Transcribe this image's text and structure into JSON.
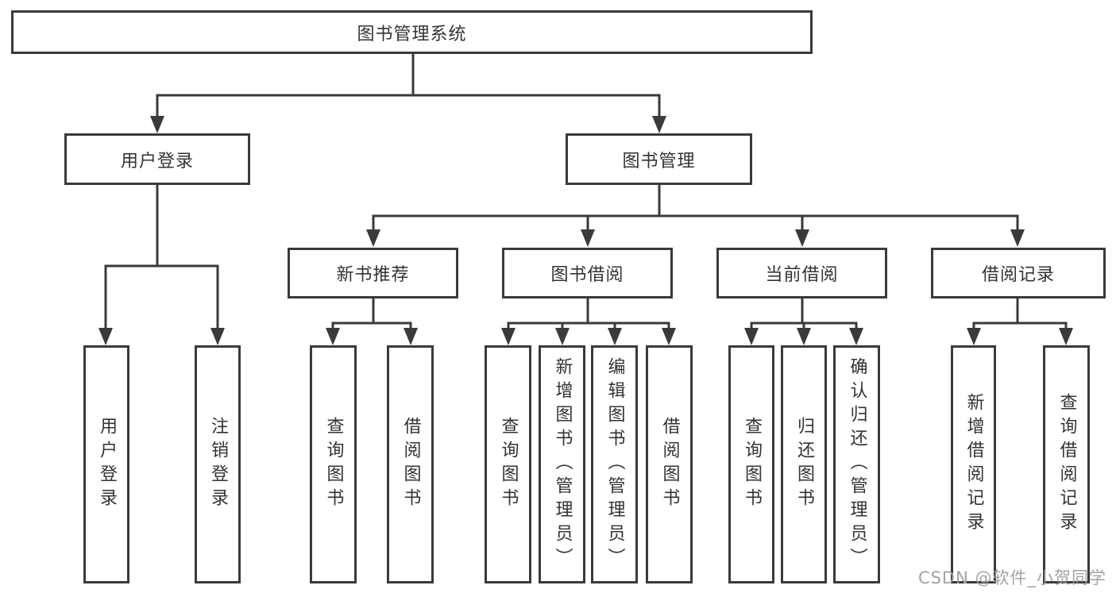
{
  "title": "图书管理系统",
  "watermark": "CSDN @软件_小贺同学",
  "colors": {
    "line": "#3a3a3a",
    "box_border": "#3a3a3a",
    "box_background": "#ffffff",
    "text": "#333333",
    "watermark": "#a2a2a2"
  },
  "diagram_type": "tree / functional structure chart",
  "nodes": {
    "root": {
      "label": "图书管理系统"
    },
    "user_login": {
      "label": "用户登录"
    },
    "book_management": {
      "label": "图书管理"
    },
    "new_book_recommend": {
      "label": "新书推荐"
    },
    "book_borrowing": {
      "label": "图书借阅"
    },
    "current_borrowing": {
      "label": "当前借阅"
    },
    "borrowing_records": {
      "label": "借阅记录"
    },
    "leaf_user_login": {
      "label": "用户登录"
    },
    "leaf_logout": {
      "label": "注销登录"
    },
    "leaf_query_books_recommend": {
      "label": "查询图书"
    },
    "leaf_borrow_books_recommend": {
      "label": "借阅图书"
    },
    "leaf_query_books_borrowing": {
      "label": "查询图书"
    },
    "leaf_add_books_admin": {
      "label": "新增图书（管理员）"
    },
    "leaf_edit_books_admin": {
      "label": "编辑图书（管理员）"
    },
    "leaf_borrow_books_borrowing": {
      "label": "借阅图书"
    },
    "leaf_query_books_current": {
      "label": "查询图书"
    },
    "leaf_return_books": {
      "label": "归还图书"
    },
    "leaf_confirm_return_admin": {
      "label": "确认归还（管理员）"
    },
    "leaf_add_borrow_record": {
      "label": "新增借阅记录"
    },
    "leaf_query_borrow_record": {
      "label": "查询借阅记录"
    }
  },
  "edges": [
    [
      "图书管理系统",
      "用户登录"
    ],
    [
      "图书管理系统",
      "图书管理"
    ],
    [
      "用户登录",
      "用户登录"
    ],
    [
      "用户登录",
      "注销登录"
    ],
    [
      "图书管理",
      "新书推荐"
    ],
    [
      "图书管理",
      "图书借阅"
    ],
    [
      "图书管理",
      "当前借阅"
    ],
    [
      "图书管理",
      "借阅记录"
    ],
    [
      "新书推荐",
      "查询图书"
    ],
    [
      "新书推荐",
      "借阅图书"
    ],
    [
      "图书借阅",
      "查询图书"
    ],
    [
      "图书借阅",
      "新增图书（管理员）"
    ],
    [
      "图书借阅",
      "编辑图书（管理员）"
    ],
    [
      "图书借阅",
      "借阅图书"
    ],
    [
      "当前借阅",
      "查询图书"
    ],
    [
      "当前借阅",
      "归还图书"
    ],
    [
      "当前借阅",
      "确认归还（管理员）"
    ],
    [
      "借阅记录",
      "新增借阅记录"
    ],
    [
      "借阅记录",
      "查询借阅记录"
    ]
  ]
}
